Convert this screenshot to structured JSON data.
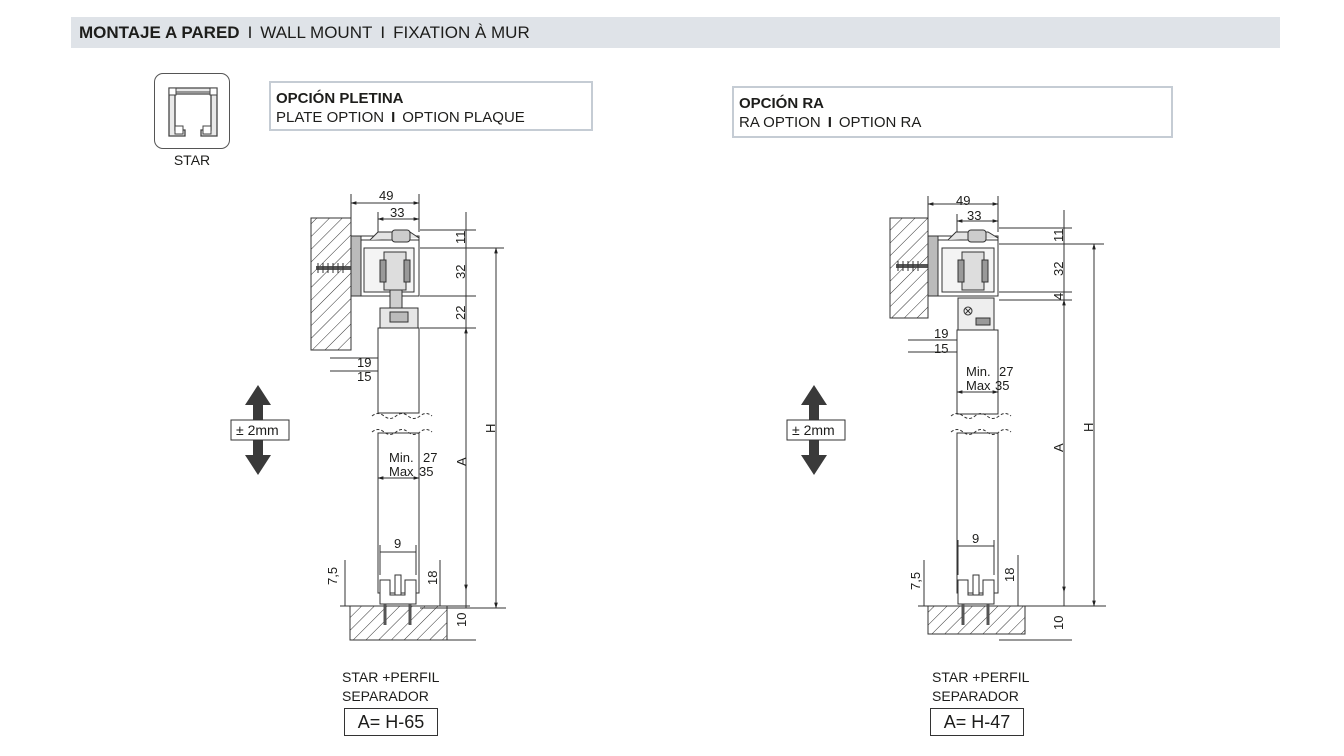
{
  "header": {
    "title_es": "MONTAJE A PARED",
    "separator": "I",
    "title_en": "WALL MOUNT",
    "title_fr": "FIXATION À MUR"
  },
  "star": {
    "label": "STAR"
  },
  "left_option": {
    "title": "OPCIÓN PLETINA",
    "sub_en": "PLATE OPTION",
    "separator": "I",
    "sub_fr": "OPTION PLAQUE"
  },
  "right_option": {
    "title": "OPCIÓN RA",
    "sub_en": "RA OPTION",
    "separator": "I",
    "sub_fr": "OPTION RA"
  },
  "adjust_label": "± 2mm",
  "left_dims": {
    "w49": "49",
    "w33": "33",
    "h11": "11",
    "h32": "32",
    "h22": "22",
    "w19": "19",
    "w15": "15",
    "H": "H",
    "A": "A",
    "min_label": "Min.",
    "min_val": "27",
    "max_label": "Max",
    "max_val": "35",
    "w9": "9",
    "h75": "7,5",
    "h18": "18",
    "h10": "10"
  },
  "right_dims": {
    "w49": "49",
    "w33": "33",
    "h11": "11",
    "h32": "32",
    "h4": "4",
    "w19": "19",
    "w15": "15",
    "H": "H",
    "A": "A",
    "min_label": "Min.",
    "min_val": "27",
    "max_label": "Max",
    "max_val": "35",
    "w9": "9",
    "h75": "7,5",
    "h18": "18",
    "h10": "10"
  },
  "left_caption": {
    "line1": "STAR +PERFIL",
    "line2": "SEPARADOR",
    "formula": "A= H-65"
  },
  "right_caption": {
    "line1": "STAR +PERFIL",
    "line2": "SEPARADOR",
    "formula": "A= H-47"
  }
}
